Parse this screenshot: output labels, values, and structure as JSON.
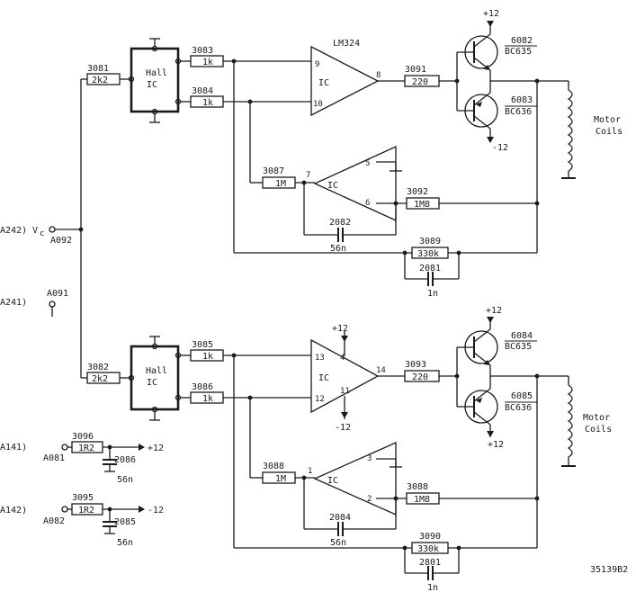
{
  "ic_labels": {
    "lm324": "LM324",
    "ic": "IC",
    "hall": "Hall",
    "hall_ic": "IC"
  },
  "resistors": {
    "r3081": {
      "ref": "3081",
      "val": "2k2"
    },
    "r3083": {
      "ref": "3083",
      "val": "1k"
    },
    "r3084": {
      "ref": "3084",
      "val": "1k"
    },
    "r3091": {
      "ref": "3091",
      "val": "220"
    },
    "r3087": {
      "ref": "3087",
      "val": "1M"
    },
    "r3092": {
      "ref": "3092",
      "val": "1M8"
    },
    "r3089": {
      "ref": "3089",
      "val": "330k"
    },
    "r3082": {
      "ref": "3082",
      "val": "2k2"
    },
    "r3085": {
      "ref": "3085",
      "val": "1k"
    },
    "r3086": {
      "ref": "3086",
      "val": "1k"
    },
    "r3093": {
      "ref": "3093",
      "val": "220"
    },
    "r3088a": {
      "ref": "3088",
      "val": "1M"
    },
    "r3088b": {
      "ref": "3088",
      "val": "1M8"
    },
    "r3090": {
      "ref": "3090",
      "val": "330k"
    },
    "r3096": {
      "ref": "3096",
      "val": "1R2"
    },
    "r3095": {
      "ref": "3095",
      "val": "1R2"
    }
  },
  "capacitors": {
    "c2082": {
      "ref": "2082",
      "val": "56n"
    },
    "c2081": {
      "ref": "2081",
      "val": "1n"
    },
    "c2084": {
      "ref": "2084",
      "val": "56n"
    },
    "c2801": {
      "ref": "2801",
      "val": "1n"
    },
    "c2086": {
      "ref": "2086",
      "val": "56n"
    },
    "c2085": {
      "ref": "2085",
      "val": "56n"
    }
  },
  "transistors": {
    "t6082": {
      "ref": "6082",
      "type": "BC635"
    },
    "t6083": {
      "ref": "6083",
      "type": "BC636"
    },
    "t6084": {
      "ref": "6084",
      "type": "BC635"
    },
    "t6085": {
      "ref": "6085",
      "type": "BC636"
    }
  },
  "pins": {
    "p9": "9",
    "p10": "10",
    "p8": "8",
    "p7": "7",
    "p5": "5",
    "p6": "6",
    "p13": "13",
    "p12": "12",
    "p14": "14",
    "p4": "4",
    "p11": "11",
    "p1": "1",
    "p3": "3",
    "p2": "2"
  },
  "rails": {
    "plus12": "+12",
    "minus12": "-12"
  },
  "nodes": {
    "a242": "A242)",
    "vc": "V",
    "vc_sub": "c",
    "a092": "A092",
    "a241": "A241)",
    "a091": "A091",
    "a141": "A141)",
    "a081": "A081",
    "a142": "A142)",
    "a082": "A082"
  },
  "motor": {
    "line1": "Motor",
    "line2": "Coils"
  },
  "drawing_number": "35139B2"
}
